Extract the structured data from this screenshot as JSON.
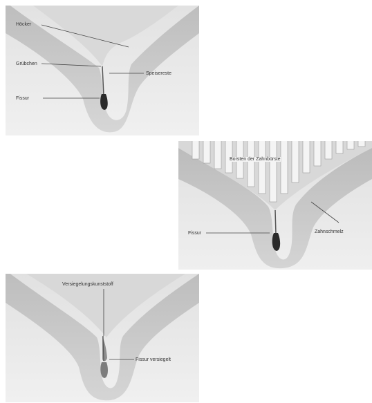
{
  "panels": [
    {
      "labels": {
        "hoecker": "Höcker",
        "grubchen": "Grübchen",
        "speisereste": "Speisereste",
        "fissur": "Fissur"
      }
    },
    {
      "labels": {
        "borsten": "Borsten der Zahnbürste",
        "fissur": "Fissur",
        "zahnschmelz": "Zahnschmelz"
      }
    },
    {
      "labels": {
        "versiegelung": "Versiegelungskunststoff",
        "fissur_versiegelt": "Fissur versiegelt"
      }
    }
  ],
  "colors": {
    "background": "#e9e9e9",
    "enamel": "#cfcfcf",
    "dentin": "#b7b7b7",
    "fissure": "#2a2a2a",
    "bristles": "#f4f4f4"
  }
}
